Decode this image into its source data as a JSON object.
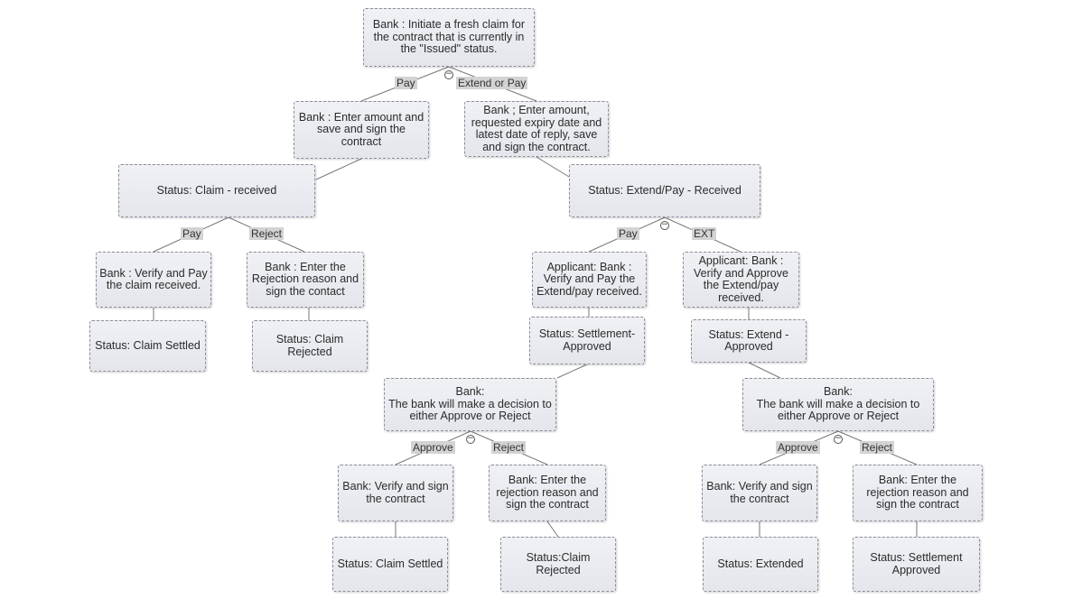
{
  "nodes": {
    "root": "Bank : Initiate a fresh claim for the contract that is currently in the \"Issued\" status.",
    "pay_enter": "Bank : Enter amount and save and sign the contract",
    "ext_enter": "Bank ; Enter amount, requested expiry date and latest date of reply, save and sign the contract.",
    "claim_received": "Status: Claim - received",
    "extpay_received": "Status: Extend/Pay - Received",
    "verify_pay": "Bank : Verify and Pay the claim received.",
    "enter_rejection": "Bank : Enter the Rejection reason and sign the contact",
    "claim_settled_1": "Status: Claim Settled",
    "claim_rejected_1": "Status: Claim Rejected",
    "applicant_pay": "Applicant: Bank : Verify and Pay the Extend/pay received.",
    "applicant_ext": "Applicant: Bank : Verify and Approve the Extend/pay received.",
    "settlement_approved_1": "Status: Settlement-Approved",
    "extend_approved": "Status: Extend - Approved",
    "bank_decision_1": "Bank:\nThe bank will make a decision to either Approve or Reject",
    "bank_decision_2": "Bank:\nThe bank will make a decision to either Approve or Reject",
    "verify_sign_1": "Bank: Verify and sign the contract",
    "reject_reason_1": "Bank: Enter the rejection reason and sign the contract",
    "verify_sign_2": "Bank: Verify and sign the contract",
    "reject_reason_2": "Bank: Enter the rejection reason and sign the contract",
    "claim_settled_2": "Status: Claim Settled",
    "claim_rejected_2": "Status:Claim Rejected",
    "extended": "Status: Extended",
    "settlement_approved_2": "Status: Settlement Approved"
  },
  "edge_labels": {
    "root_pay": "Pay",
    "root_ext": "Extend or Pay",
    "claim_pay": "Pay",
    "claim_reject": "Reject",
    "extpay_pay": "Pay",
    "extpay_ext": "EXT",
    "d1_approve": "Approve",
    "d1_reject": "Reject",
    "d2_approve": "Approve",
    "d2_reject": "Reject"
  },
  "collapse_symbol": "−",
  "colors": {
    "node_fill": "#e9eaef",
    "node_border": "#8a8e99",
    "label_fill": "#d3d3d3",
    "connector": "#777777"
  }
}
